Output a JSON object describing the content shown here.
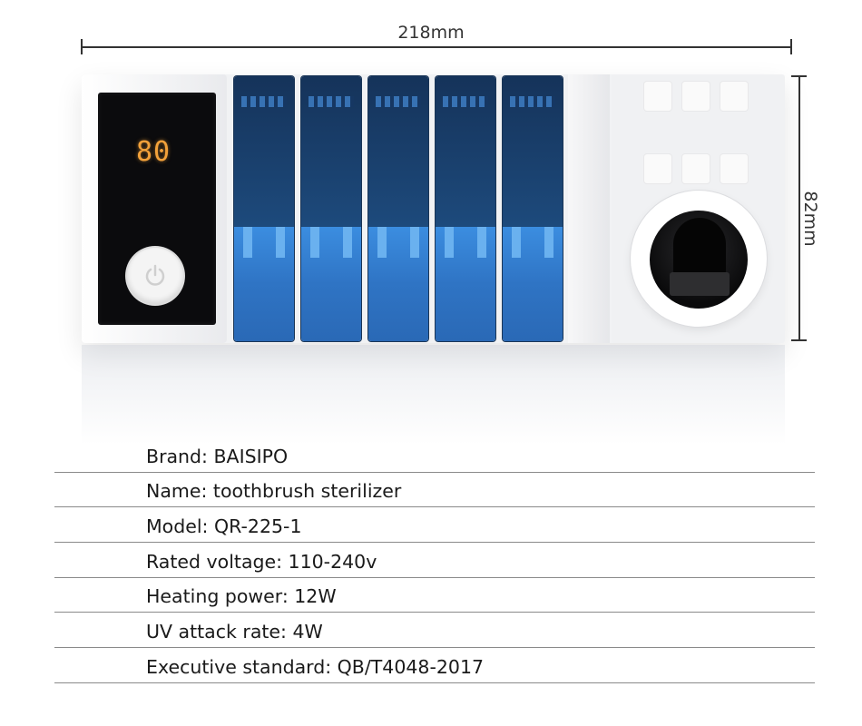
{
  "dimensions": {
    "width_label": "218mm",
    "height_label": "82mm"
  },
  "device": {
    "display_temperature": "80",
    "slot_count": 5,
    "colors": {
      "slot_dark": "#15335a",
      "slot_light": "#3b8de0",
      "display_digits": "#f2a13a"
    }
  },
  "specs": [
    {
      "text": "Brand: BAISIPO"
    },
    {
      "text": "Name: toothbrush sterilizer"
    },
    {
      "text": "Model: QR-225-1"
    },
    {
      "text": "Rated voltage: 110-240v"
    },
    {
      "text": "Heating power: 12W"
    },
    {
      "text": "UV attack rate: 4W"
    },
    {
      "text": "Executive standard: QB/T4048-2017"
    }
  ]
}
